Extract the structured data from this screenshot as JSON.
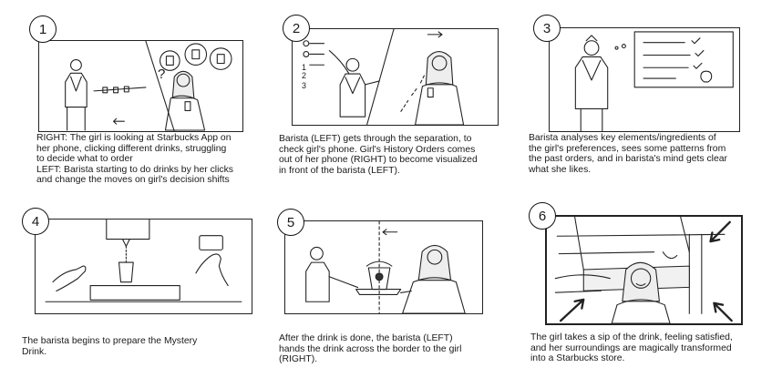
{
  "panels": [
    {
      "number": "1",
      "caption": "RIGHT: The girl is looking at Starbucks App on\nher phone, clicking different drinks, struggling\nto decide what to order\nLEFT: Barista starting to do drinks by her clicks\nand change the moves on girl's decision shifts"
    },
    {
      "number": "2",
      "caption": "Barista (LEFT) gets through the separation, to\ncheck girl's phone. Girl's History Orders comes\nout of her phone (RIGHT) to become visualized\nin front of the barista (LEFT)."
    },
    {
      "number": "3",
      "caption": "Barista analyses key elements/ingredients of\nthe girl's preferences, sees some patterns from\nthe past orders, and in barista's mind gets clear\nwhat she likes."
    },
    {
      "number": "4",
      "caption": "The barista begins to prepare the Mystery\nDrink."
    },
    {
      "number": "5",
      "caption": "After the drink is done, the barista (LEFT)\nhands the drink across the border to the girl\n(RIGHT)."
    },
    {
      "number": "6",
      "caption": "The girl takes a sip of the drink, feeling satisfied,\nand her surroundings are magically transformed\ninto a Starbucks store."
    }
  ],
  "sketch_labels": {
    "question_mark": "?",
    "step_1": "1",
    "step_2": "2",
    "step_3": "3"
  }
}
